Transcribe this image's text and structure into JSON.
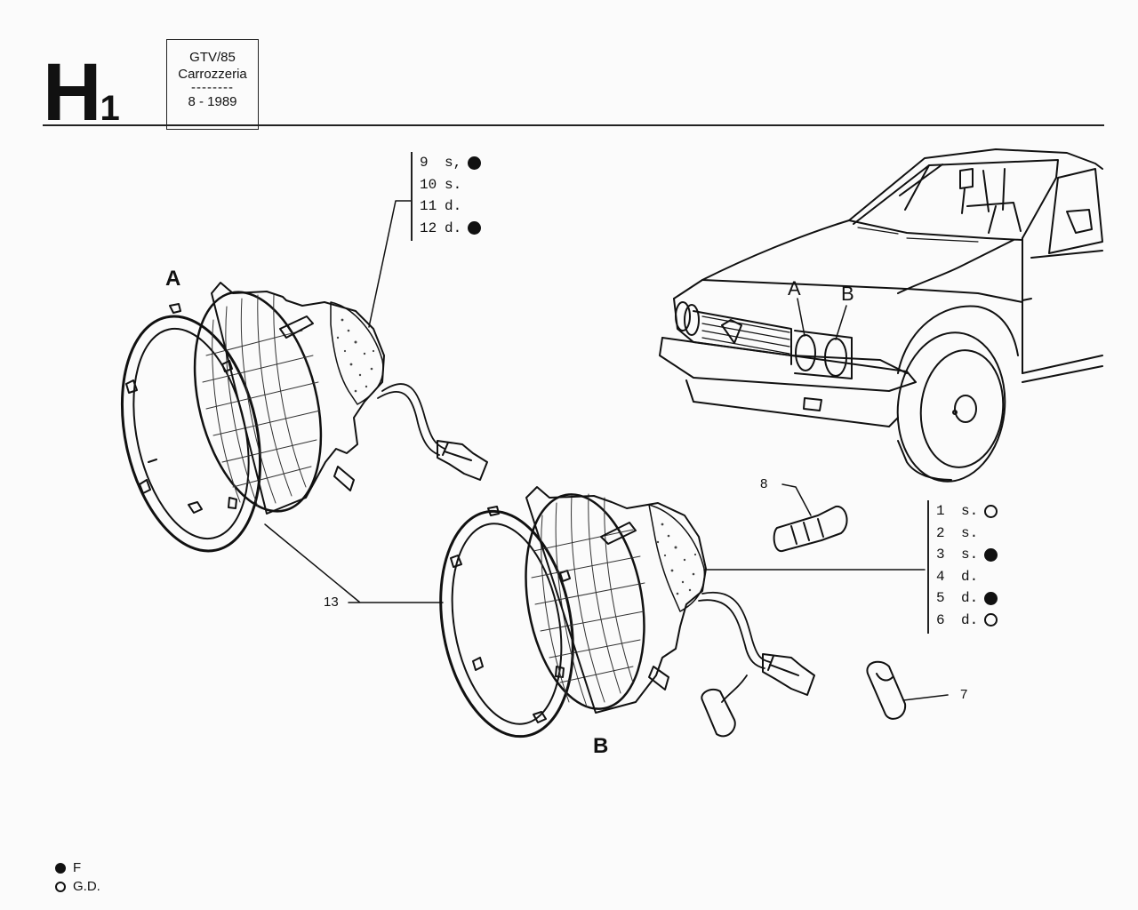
{
  "header": {
    "page_code": "H",
    "page_code_sub": "1",
    "model": "GTV/85",
    "section": "Carrozzeria",
    "dashes": "--------",
    "date": "8 - 1989"
  },
  "assembly_labels": {
    "headlamp_a": "A",
    "headlamp_b": "B",
    "car_a": "A",
    "car_b": "B"
  },
  "callouts": {
    "rim": "13",
    "bulb_holder": "8",
    "bulb": "7"
  },
  "ref_list_a": [
    {
      "num": "9",
      "side": "s,",
      "marker": "filled"
    },
    {
      "num": "10",
      "side": "s.",
      "marker": "none"
    },
    {
      "num": "11",
      "side": "d.",
      "marker": "none"
    },
    {
      "num": "12",
      "side": "d.",
      "marker": "filled"
    }
  ],
  "ref_list_b": [
    {
      "num": "1",
      "side": "s.",
      "marker": "open"
    },
    {
      "num": "2",
      "side": "s.",
      "marker": "none"
    },
    {
      "num": "3",
      "side": "s.",
      "marker": "filled"
    },
    {
      "num": "4",
      "side": "d.",
      "marker": "none"
    },
    {
      "num": "5",
      "side": "d.",
      "marker": "filled"
    },
    {
      "num": "6",
      "side": "d.",
      "marker": "open"
    }
  ],
  "legend": [
    {
      "marker": "filled",
      "label": "F"
    },
    {
      "marker": "open",
      "label": "G.D."
    }
  ],
  "colors": {
    "ink": "#111111",
    "paper": "#fbfbfb"
  }
}
